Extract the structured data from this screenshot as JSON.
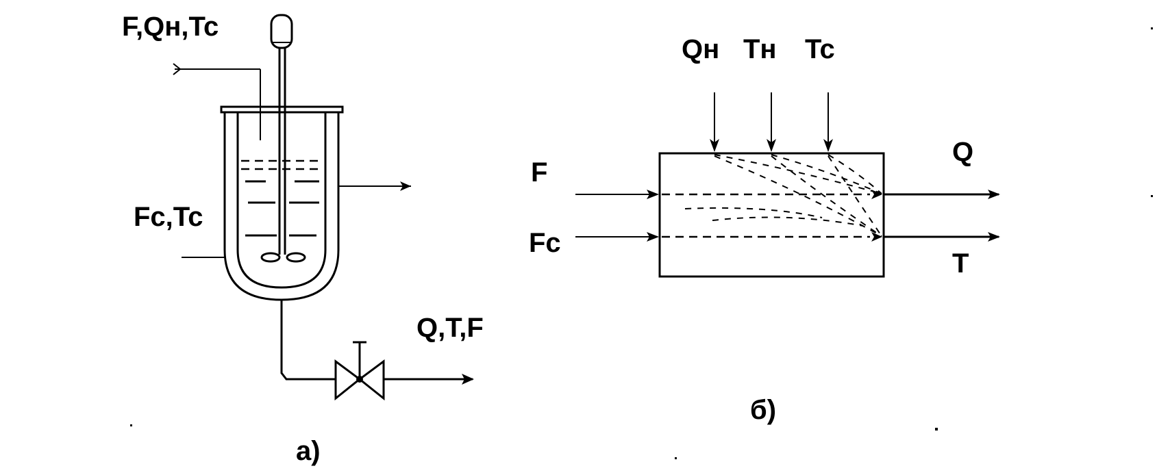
{
  "diagram_a": {
    "input_label": "F,Qн,Tc",
    "coolant_label": "Fc,Tc",
    "output_label": "Q,T,F",
    "caption": "а)"
  },
  "diagram_b": {
    "top_labels": [
      "Qн",
      "Tн",
      "Tc"
    ],
    "left_labels": [
      "F",
      "Fc"
    ],
    "right_labels": [
      "Q",
      "T"
    ],
    "caption": "б)"
  }
}
